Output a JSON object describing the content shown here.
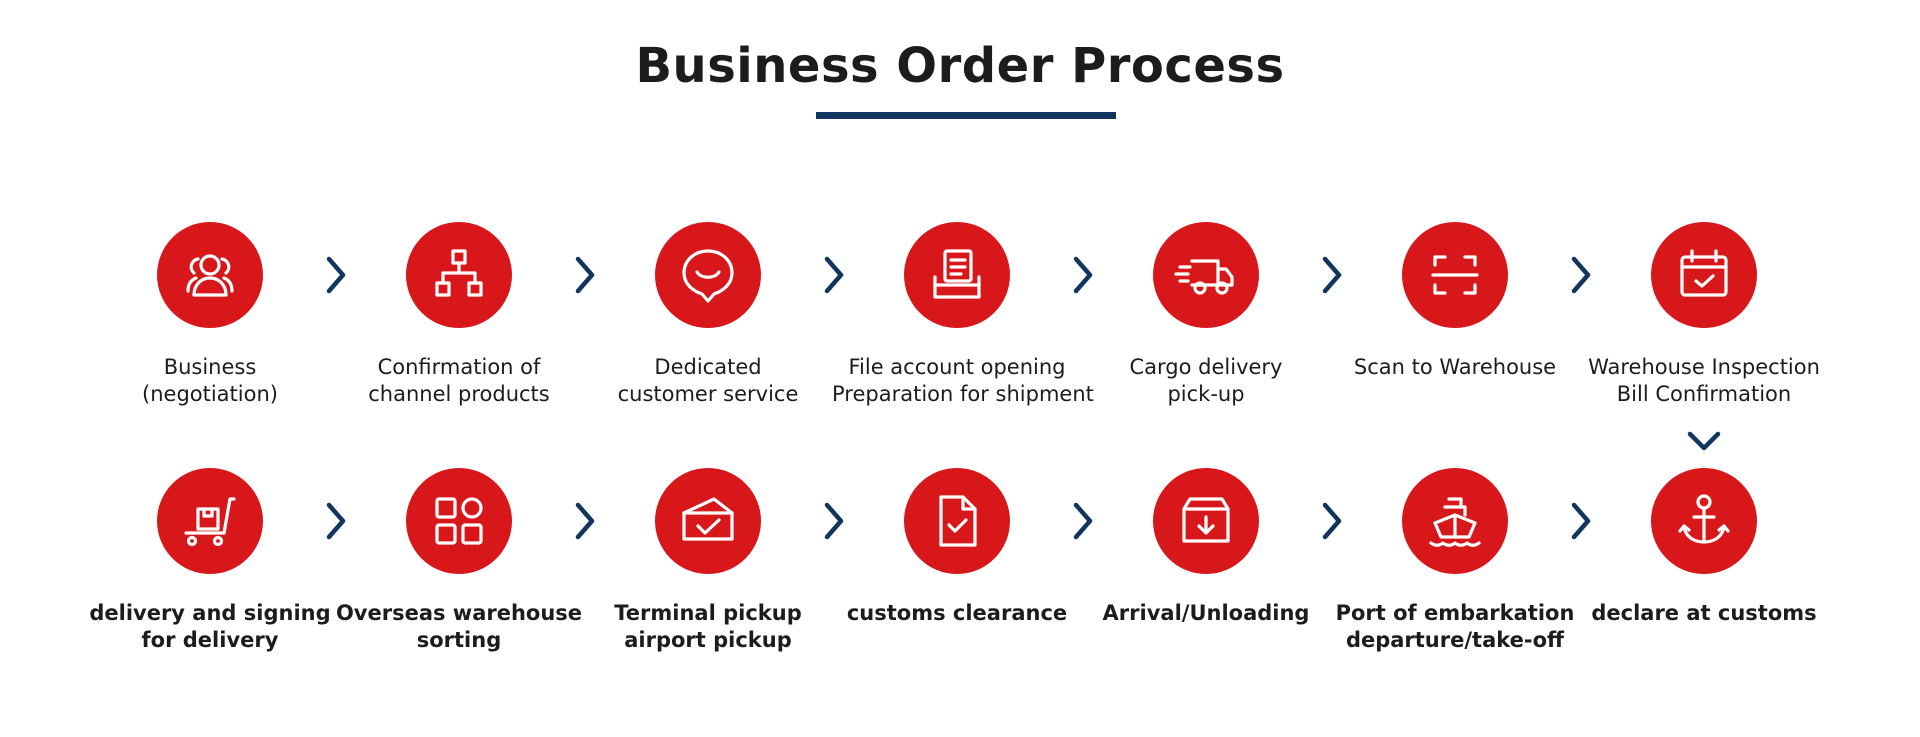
{
  "title": "Business Order Process",
  "colors": {
    "accent": "#d8171b",
    "navy": "#11355f"
  },
  "row1": [
    {
      "icon": "user-group-icon",
      "lines": [
        "Business",
        "(negotiation)"
      ]
    },
    {
      "icon": "hierarchy-icon",
      "lines": [
        "Confirmation of",
        "channel products"
      ]
    },
    {
      "icon": "chat-smile-icon",
      "lines": [
        "Dedicated",
        "customer service"
      ]
    },
    {
      "icon": "document-tray-icon",
      "lines": [
        "File account opening",
        "Preparation for shipment"
      ]
    },
    {
      "icon": "delivery-truck-icon",
      "lines": [
        "Cargo delivery",
        "pick-up"
      ]
    },
    {
      "icon": "scan-icon",
      "lines": [
        "Scan to Warehouse"
      ]
    },
    {
      "icon": "calendar-check-icon",
      "lines": [
        "Warehouse Inspection",
        "Bill Confirmation"
      ]
    }
  ],
  "row2": [
    {
      "icon": "hand-truck-icon",
      "lines": [
        "delivery and signing",
        "for delivery"
      ]
    },
    {
      "icon": "grid-apps-icon",
      "lines": [
        "Overseas warehouse",
        "sorting"
      ]
    },
    {
      "icon": "box-check-icon",
      "lines": [
        "Terminal pickup",
        "airport pickup"
      ]
    },
    {
      "icon": "file-check-icon",
      "lines": [
        "customs clearance"
      ]
    },
    {
      "icon": "box-download-icon",
      "lines": [
        "Arrival/Unloading"
      ]
    },
    {
      "icon": "ship-icon",
      "lines": [
        "Port of embarkation",
        "departure/take-off"
      ]
    },
    {
      "icon": "anchor-icon",
      "lines": [
        "declare at customs"
      ]
    }
  ]
}
